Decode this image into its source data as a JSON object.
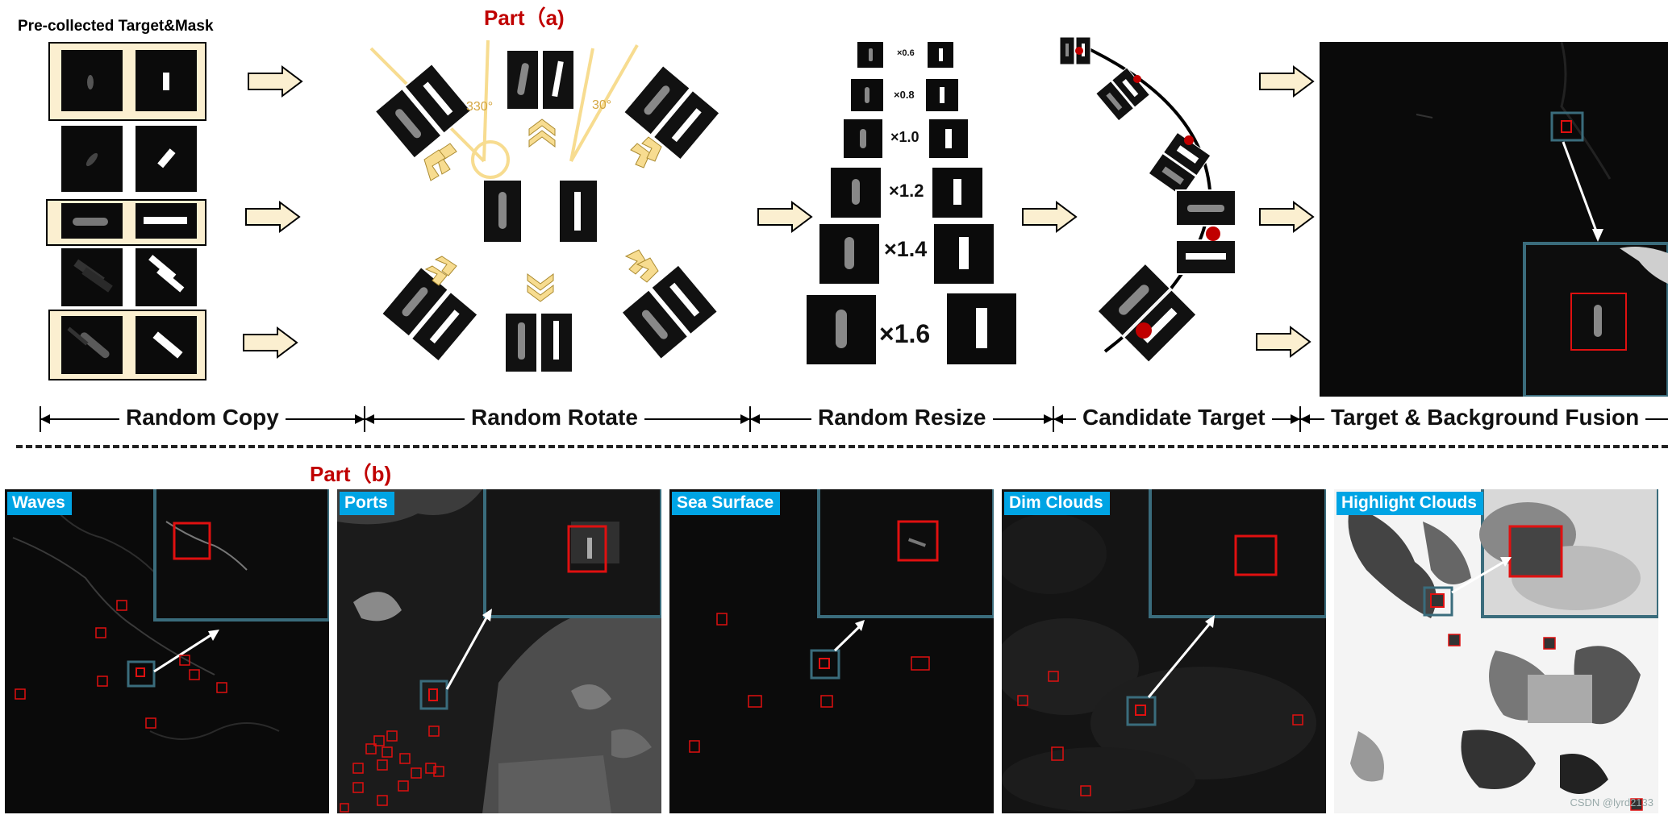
{
  "part_a": {
    "title": "Part（a)"
  },
  "part_b": {
    "title": "Part（b)"
  },
  "precollected": {
    "label": "Pre-collected Target&Mask"
  },
  "rotate": {
    "angle_left": "330°",
    "angle_right": "30°"
  },
  "resize": {
    "scales": [
      "×0.6",
      "×0.8",
      "×1.0",
      "×1.2",
      "×1.4",
      "×1.6"
    ]
  },
  "stages": [
    "Random Copy",
    "Random Rotate",
    "Random Resize",
    "Candidate Target",
    "Target & Background Fusion"
  ],
  "scenes": [
    "Waves",
    "Ports",
    "Sea Surface",
    "Dim Clouds",
    "Highlight Clouds"
  ],
  "watermark": "CSDN @lyrd2133",
  "colors": {
    "part_title": "#c00000",
    "scene_tag": "#00a4e4",
    "arrow_fill": "#fbefd0",
    "chevron": "#f7dc90",
    "highlight_box": "#3a6c7c",
    "target_box": "#e01010"
  }
}
